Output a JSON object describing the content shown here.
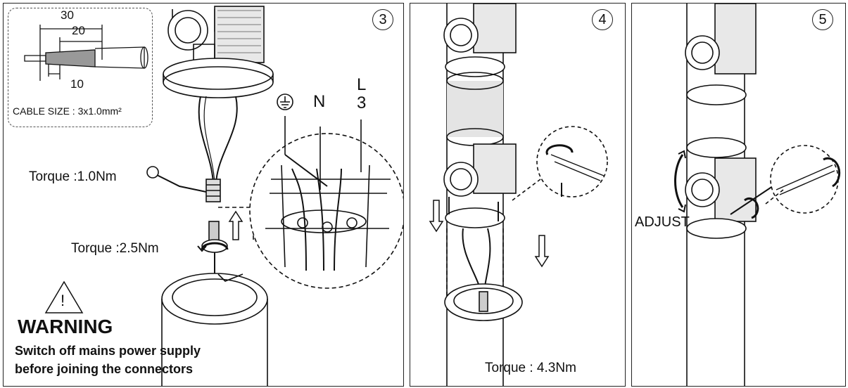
{
  "panels": [
    {
      "step": "3"
    },
    {
      "step": "4"
    },
    {
      "step": "5"
    }
  ],
  "cable": {
    "dim_outer": "30",
    "dim_mid": "20",
    "dim_inner": "10",
    "size_label": "CABLE SIZE : 3x1.0mm²"
  },
  "terminals": {
    "n": "N",
    "l": "L",
    "l_num": "3"
  },
  "torque": {
    "gland": "Torque :1.0Nm",
    "nut": "Torque :2.5Nm",
    "screws": "Torque : 4.3Nm"
  },
  "warning": {
    "symbol": "!",
    "title": "WARNING",
    "line1": "Switch off mains power supply",
    "line2": "before joining the connectors"
  },
  "adjust_label": "ADJUST",
  "icons": [
    "earth-ground-icon",
    "warning-triangle-icon",
    "arrow-up-icon",
    "arrow-down-icon",
    "rotate-arrow-icon"
  ]
}
